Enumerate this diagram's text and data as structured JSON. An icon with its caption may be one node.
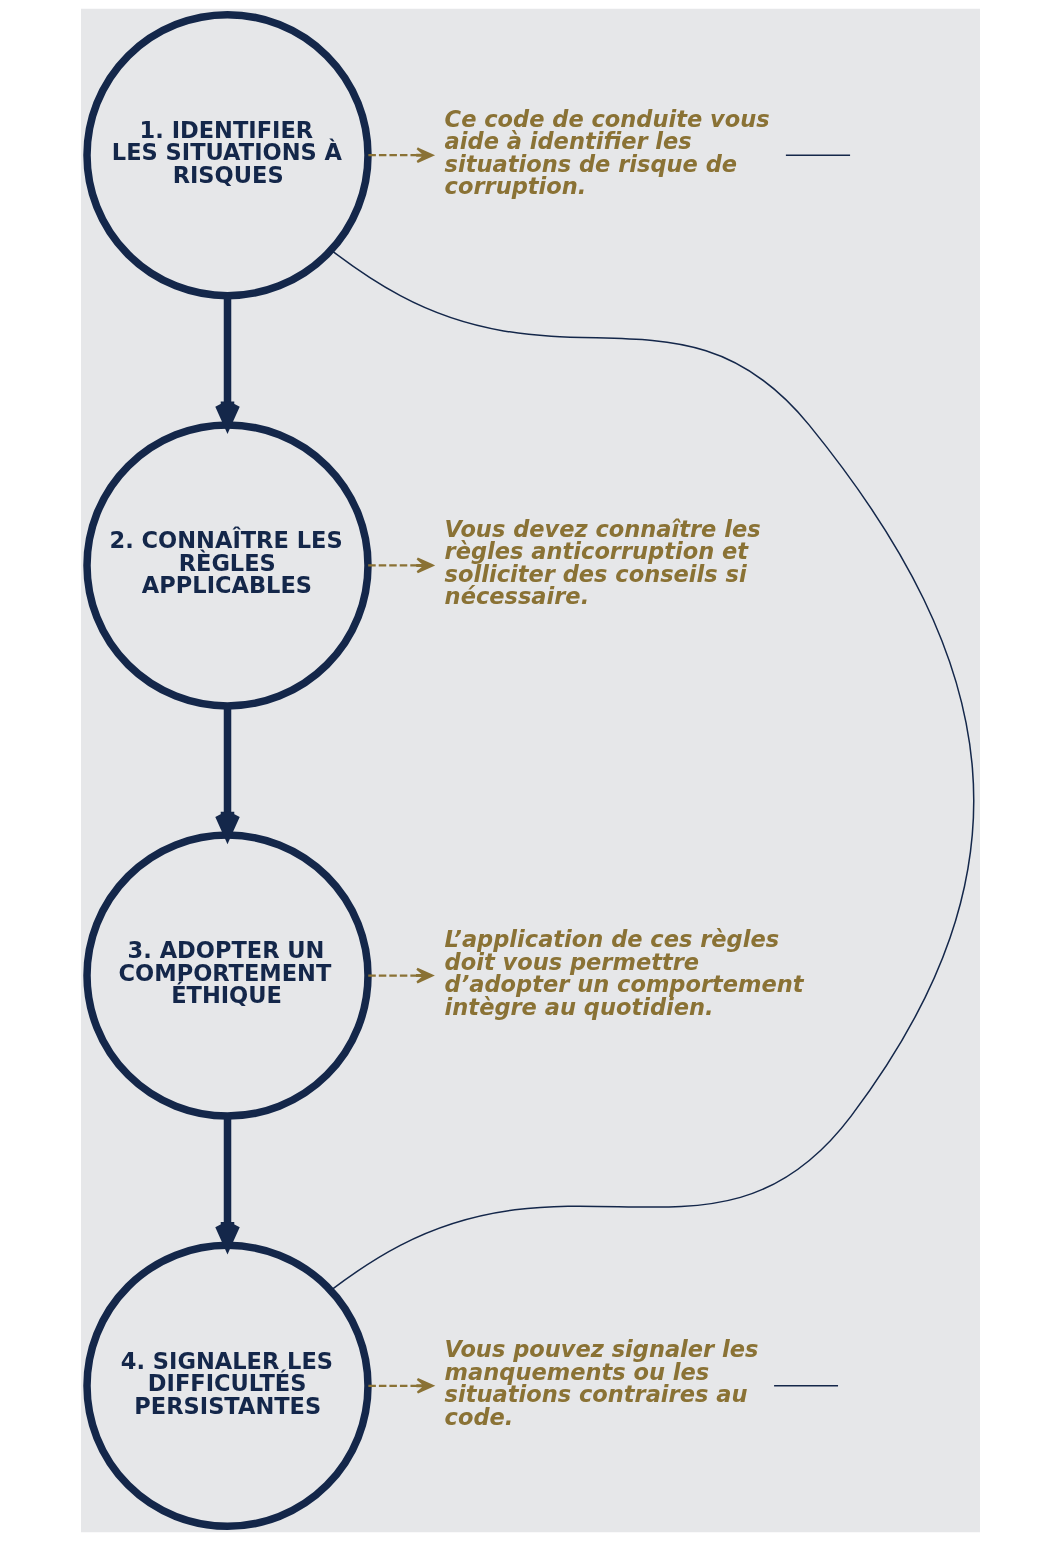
{
  "diagram": {
    "nodes": [
      {
        "text": [
          "1. IDENTIFIER LES SITUATIONS À RISQUES"
        ]
      },
      {
        "text": [
          "2. CONNAÎTRE LES RÈGLES APPLICABLES"
        ]
      },
      {
        "text": [
          "3. ADOPTER UN COMPORTEMENT ÉTHIQUE"
        ]
      },
      {
        "text": [
          "4. SIGNALER LES DIFFICULTÉS PERSISTANTES"
        ]
      },
      {
        "text": [
          "Ce code de conduite vous aide à identifier les situations de risque de corruption."
        ]
      },
      {
        "text": [
          "Vous devez connaître les règles anticorruption et solliciter des conseils si nécessaire."
        ]
      },
      {
        "text": [
          "L’application de ces règles doit vous permettre d’adopter un comportement intègre au quotidien."
        ]
      },
      {
        "text": [
          "Vous pouvez signaler les manquements ou les situations contraires au code."
        ]
      }
    ],
    "edges": [
      {
        "from": 0,
        "to": 4,
        "arrow": "to",
        "style": "dashed",
        "color": "#8a7235"
      },
      {
        "from": 0,
        "to": 1,
        "arrow": "to",
        "style": "thick"
      },
      {
        "from": 1,
        "to": 5,
        "arrow": "to",
        "style": "dashed",
        "color": "#8a7235"
      },
      {
        "from": 1,
        "to": 2,
        "arrow": "to",
        "style": "thick"
      },
      {
        "from": 2,
        "to": 6,
        "arrow": "to",
        "style": "dashed",
        "color": "#8a7235"
      },
      {
        "from": 2,
        "to": 3,
        "arrow": "to",
        "style": "thick"
      },
      {
        "from": 3,
        "to": 7,
        "arrow": "to",
        "style": "dashed",
        "color": "#8a7235"
      },
      {
        "from": 0,
        "to": 3,
        "arrow": "none"
      },
      {
        "from": 4,
        "to": null,
        "arrow": "none"
      },
      {
        "from": 7,
        "to": null,
        "arrow": "none"
      }
    ]
  }
}
